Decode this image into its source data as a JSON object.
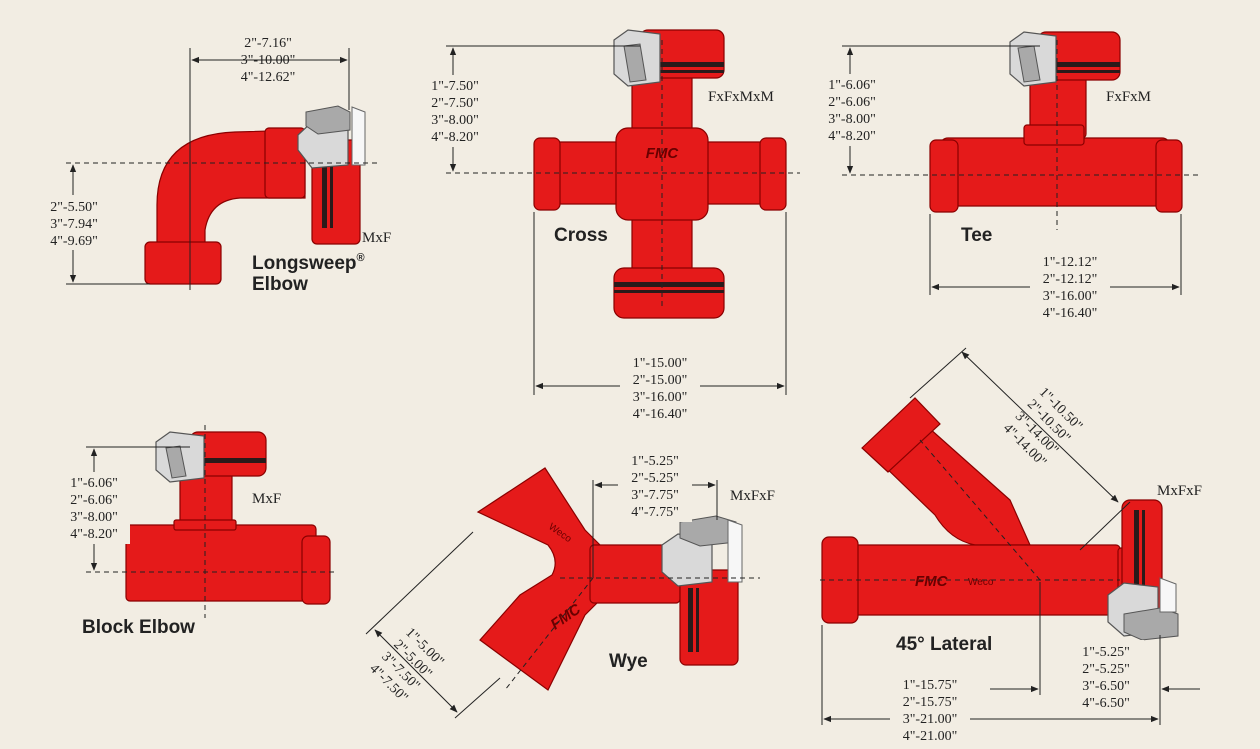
{
  "components": {
    "longsweep_elbow": {
      "label_line1": "Longsweep",
      "label_mark": "®",
      "label_line2": "Elbow",
      "connection": "MxF",
      "width_dims": [
        "2\"-7.16\"",
        "3\"-10.00\"",
        "4\"-12.62\""
      ],
      "height_dims": [
        "2\"-5.50\"",
        "3\"-7.94\"",
        "4\"-9.69\""
      ]
    },
    "cross": {
      "label": "Cross",
      "connection": "FxFxMxM",
      "logo": "FMC",
      "height_dims": [
        "1\"-7.50\"",
        "2\"-7.50\"",
        "3\"-8.00\"",
        "4\"-8.20\""
      ],
      "width_dims": [
        "1\"-15.00\"",
        "2\"-15.00\"",
        "3\"-16.00\"",
        "4\"-16.40\""
      ]
    },
    "tee": {
      "label": "Tee",
      "connection": "FxFxM",
      "height_dims": [
        "1\"-6.06\"",
        "2\"-6.06\"",
        "3\"-8.00\"",
        "4\"-8.20\""
      ],
      "width_dims": [
        "1\"-12.12\"",
        "2\"-12.12\"",
        "3\"-16.00\"",
        "4\"-16.40\""
      ]
    },
    "block_elbow": {
      "label": "Block Elbow",
      "connection": "MxF",
      "height_dims": [
        "1\"-6.06\"",
        "2\"-6.06\"",
        "3\"-8.00\"",
        "4\"-8.20\""
      ]
    },
    "wye": {
      "label": "Wye",
      "connection": "MxFxF",
      "logo": "FMC",
      "brand": "Weco",
      "top_dims": [
        "1\"-5.25\"",
        "2\"-5.25\"",
        "3\"-7.75\"",
        "4\"-7.75\""
      ],
      "diag_dims": [
        "1\"-5.00\"",
        "2\"-5.00\"",
        "3\"-7.50\"",
        "4\"-7.50\""
      ]
    },
    "lateral": {
      "label": "45° Lateral",
      "connection": "MxFxF",
      "logo": "FMC",
      "brand": "Weco",
      "diag_dims": [
        "1\"-10.50\"",
        "2\"-10.50\"",
        "3\"-14.00\"",
        "4\"-14.00\""
      ],
      "right_dims": [
        "1\"-5.25\"",
        "2\"-5.25\"",
        "3\"-6.50\"",
        "4\"-6.50\""
      ],
      "bottom_dims": [
        "1\"-15.75\"",
        "2\"-15.75\"",
        "3\"-21.00\"",
        "4\"-21.00\""
      ]
    }
  },
  "colors": {
    "background": "#f2ede3",
    "fitting_red": "#e51a1a",
    "nut_gray": "#d9d9d9"
  }
}
